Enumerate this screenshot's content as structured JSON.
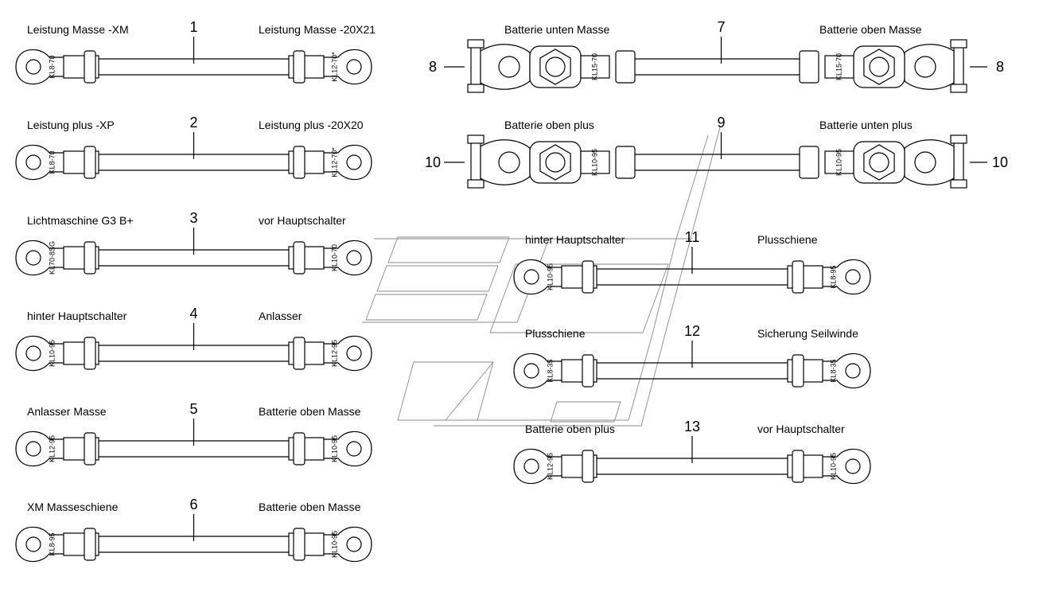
{
  "cables": [
    {
      "num": "1",
      "left_label": "Leistung Masse -XM",
      "right_label": "Leistung Masse -20X21",
      "left_tag": "KL8-70",
      "right_tag": "KL12-70*",
      "kind": "lug"
    },
    {
      "num": "2",
      "left_label": "Leistung plus -XP",
      "right_label": "Leistung plus -20X20",
      "left_tag": "KL8-70",
      "right_tag": "KL12-70*",
      "kind": "lug"
    },
    {
      "num": "3",
      "left_label": "Lichtmaschine G3 B+",
      "right_label": "vor Hauptschalter",
      "left_tag": "KL70-8SG",
      "right_tag": "KL10-70",
      "kind": "lug"
    },
    {
      "num": "4",
      "left_label": "hinter Hauptschalter",
      "right_label": "Anlasser",
      "left_tag": "KL10-95",
      "right_tag": "KL12-95",
      "kind": "lug"
    },
    {
      "num": "5",
      "left_label": "Anlasser Masse",
      "right_label": "Batterie oben Masse",
      "left_tag": "KL12-95",
      "right_tag": "KL10-95",
      "kind": "lug"
    },
    {
      "num": "6",
      "left_label": "XM Masseschiene",
      "right_label": "Batterie oben Masse",
      "left_tag": "KL8-95",
      "right_tag": "KL10-95",
      "kind": "lug"
    },
    {
      "num": "7",
      "left_label": "Batterie unten Masse",
      "right_label": "Batterie oben Masse",
      "left_tag": "KL15-70",
      "right_tag": "KL15-70",
      "kind": "clamp",
      "left_callout": "8",
      "right_callout": "8"
    },
    {
      "num": "9",
      "left_label": "Batterie oben plus",
      "right_label": "Batterie unten plus",
      "left_tag": "KL10-95",
      "right_tag": "KL10-95",
      "kind": "clamp",
      "left_callout": "10",
      "right_callout": "10"
    },
    {
      "num": "11",
      "left_label": "hinter Hauptschalter",
      "right_label": "Plusschiene",
      "left_tag": "KL10-95",
      "right_tag": "KL8-95",
      "kind": "lug"
    },
    {
      "num": "12",
      "left_label": "Plusschiene",
      "right_label": "Sicherung Seilwinde",
      "left_tag": "KL8-35",
      "right_tag": "KL8-35",
      "kind": "lug"
    },
    {
      "num": "13",
      "left_label": "Batterie oben plus",
      "right_label": "vor Hauptschalter",
      "left_tag": "KL12-95",
      "right_tag": "KL10-95",
      "kind": "lug"
    }
  ]
}
